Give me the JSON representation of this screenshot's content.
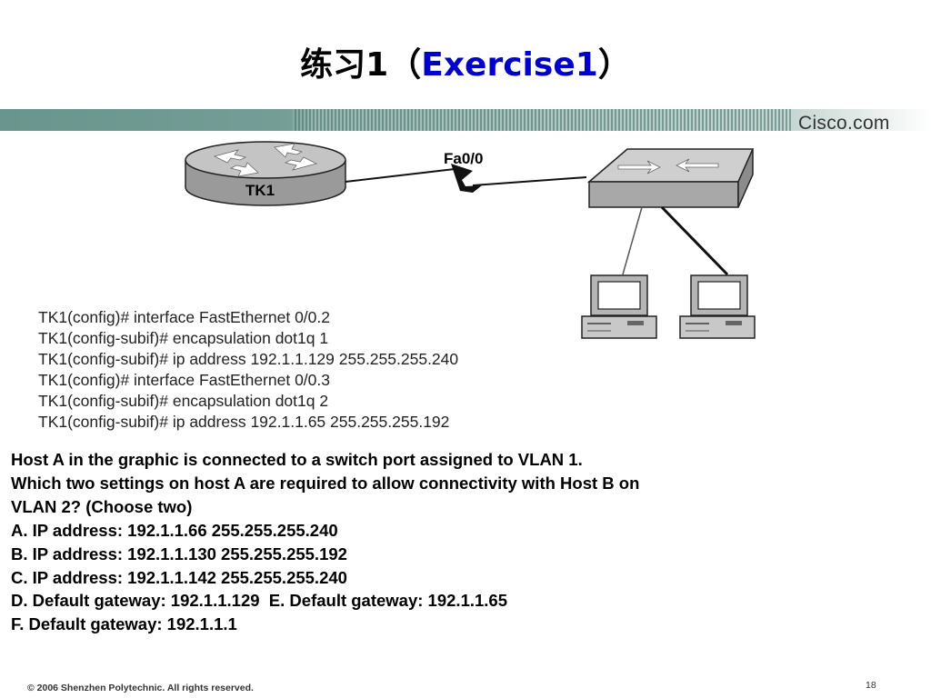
{
  "title": {
    "prefix": "练习1（",
    "accent": "Exercise1",
    "suffix": "）"
  },
  "brand": "Cisco.com",
  "colors": {
    "accent": "#0000cc",
    "banner": "#5f8f86"
  },
  "diagram": {
    "router_label": "TK1",
    "link_label": "Fa0/0",
    "icons": [
      "router-icon",
      "switch-icon",
      "computer-icon",
      "computer-icon"
    ]
  },
  "config_lines": [
    "TK1(config)# interface FastEthernet 0/0.2",
    "TK1(config-subif)# encapsulation dot1q 1",
    "TK1(config-subif)# ip address 192.1.1.129 255.255.255.240",
    "TK1(config)# interface FastEthernet 0/0.3",
    "TK1(config-subif)# encapsulation dot1q 2",
    "TK1(config-subif)# ip address 192.1.1.65 255.255.255.192"
  ],
  "question": {
    "lines": [
      "Host A in the graphic is connected to a switch port assigned to VLAN 1.",
      "Which two settings on host A are required to allow connectivity with Host B on",
      "VLAN 2? (Choose two)"
    ],
    "options": [
      "A. IP address: 192.1.1.66 255.255.255.240",
      "B. IP address: 192.1.1.130 255.255.255.192",
      "C. IP address: 192.1.1.142 255.255.255.240",
      "D. Default gateway: 192.1.1.129  E. Default gateway: 192.1.1.65",
      "F. Default gateway: 192.1.1.1"
    ]
  },
  "footer": "© 2006 Shenzhen Polytechnic. All rights reserved.",
  "page_number": "18"
}
